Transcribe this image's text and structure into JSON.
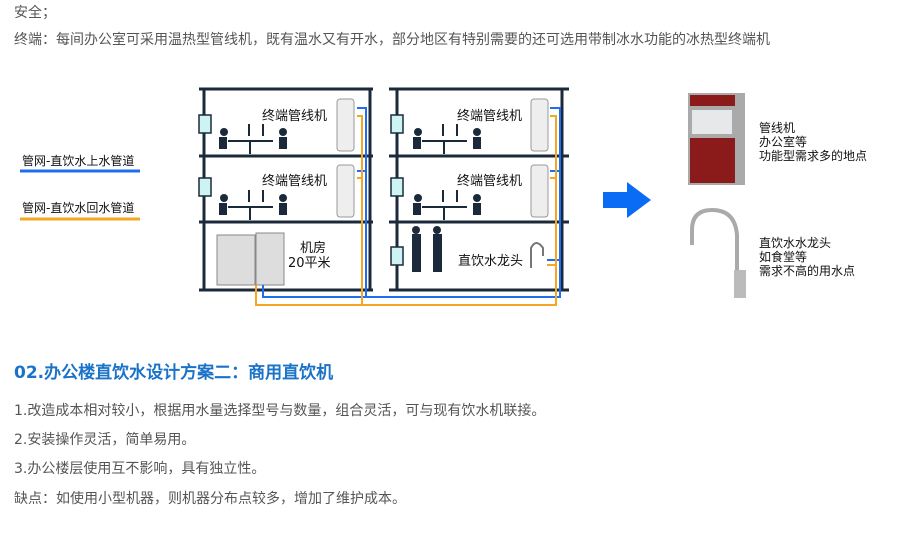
{
  "intro": {
    "safety": "安全；",
    "terminal": "终端：每间办公室可采用温热型管线机，既有温水又有开水，部分地区有特别需要的还可选用带制冰水功能的冰热型终端机"
  },
  "diagram": {
    "legend": {
      "supply": "管网-直饮水上水管道",
      "return": "管网-直饮水回水管道"
    },
    "colors": {
      "supply": "#1e6ff0",
      "return": "#f5a623",
      "arrow": "#0a6cf5"
    },
    "floor_label": "终端管线机",
    "machine_room": {
      "line1": "机房",
      "line2": "20平米"
    },
    "faucet_label": "直饮水龙头",
    "options": [
      {
        "lines": [
          "管线机",
          "办公室等",
          "功能型需求多的地点"
        ]
      },
      {
        "lines": [
          "直饮水水龙头",
          "如食堂等",
          "需求不高的用水点"
        ]
      }
    ]
  },
  "section": {
    "title": "02.办公楼直饮水设计方案二：商用直饮机",
    "items": [
      "1.改造成本相对较小，根据用水量选择型号与数量，组合灵活，可与现有饮水机联接。",
      "2.安装操作灵活，简单易用。",
      "3.办公楼层使用互不影响，具有独立性。",
      "缺点：如使用小型机器，则机器分布点较多，增加了维护成本。"
    ]
  }
}
